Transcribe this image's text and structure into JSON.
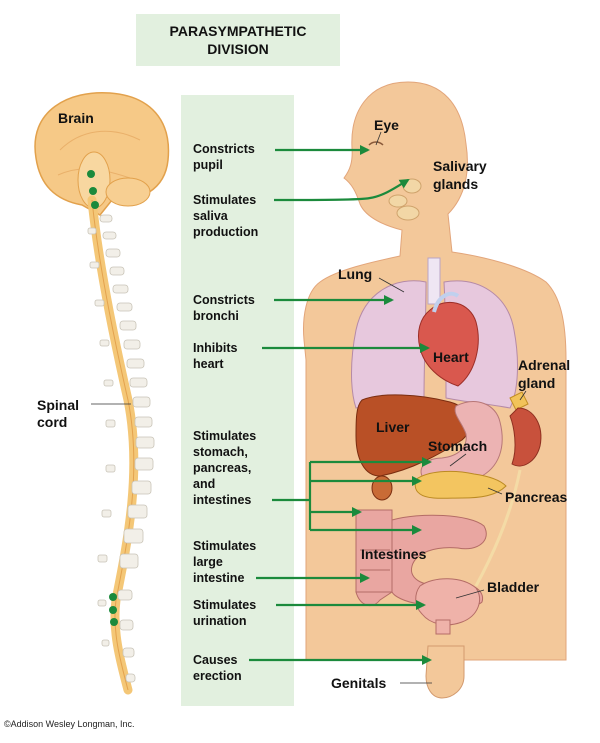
{
  "title": {
    "line1": "PARASYMPATHETIC",
    "line2": "DIVISION"
  },
  "left_labels": {
    "brain": "Brain",
    "spinal_cord_1": "Spinal",
    "spinal_cord_2": "cord"
  },
  "functions": {
    "eye": [
      "Constricts",
      "pupil"
    ],
    "saliva": [
      "Stimulates",
      "saliva",
      "production"
    ],
    "bronchi": [
      "Constricts",
      "bronchi"
    ],
    "heart": [
      "Inhibits",
      "heart"
    ],
    "digestion": [
      "Stimulates",
      "stomach,",
      "pancreas,",
      "and",
      "intestines"
    ],
    "large_intestine": [
      "Stimulates",
      "large",
      "intestine"
    ],
    "urination": [
      "Stimulates",
      "urination"
    ],
    "erection": [
      "Causes",
      "erection"
    ]
  },
  "organs": {
    "eye": "Eye",
    "salivary": [
      "Salivary",
      "glands"
    ],
    "lung": "Lung",
    "heart": "Heart",
    "adrenal": [
      "Adrenal",
      "gland"
    ],
    "liver": "Liver",
    "stomach": "Stomach",
    "pancreas": "Pancreas",
    "intestines": "Intestines",
    "bladder": "Bladder",
    "genitals": "Genitals"
  },
  "copyright": "©Addison Wesley Longman, Inc.",
  "colors": {
    "panel": "#e2f0df",
    "arrow": "#1b8a3c",
    "nerve": "#f4c777",
    "skin": "#f3c89a",
    "organ_pink": "#e9a6a1"
  }
}
